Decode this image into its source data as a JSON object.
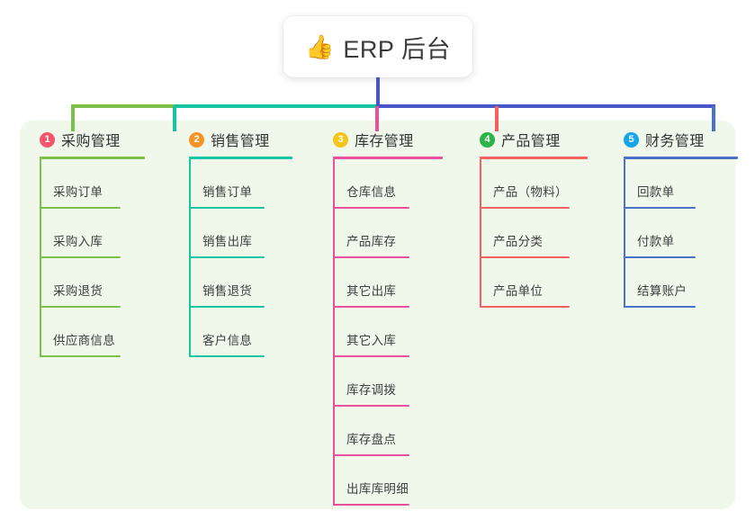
{
  "root": {
    "icon": "thumbs-up-icon",
    "icon_glyph": "👍",
    "title": "ERP 后台"
  },
  "palette": {
    "panel_background": "#eff8ea",
    "card_background": "#ffffff",
    "root_connector": "#4a55c8",
    "trunk_left_green": "#7cbf4a",
    "trunk_mid_teal": "#18c5a3",
    "trunk_right_blue": "#4a55c8"
  },
  "columns": [
    {
      "number": "1",
      "title": "采购管理",
      "badge_color": "#f4566b",
      "line_color": "#7cbf4a",
      "drop_color": "#7cbf4a",
      "items": [
        {
          "label": "采购订单"
        },
        {
          "label": "采购入库"
        },
        {
          "label": "采购退货"
        },
        {
          "label": "供应商信息"
        }
      ]
    },
    {
      "number": "2",
      "title": "销售管理",
      "badge_color": "#f59324",
      "line_color": "#18c5a3",
      "drop_color": "#18c5a3",
      "items": [
        {
          "label": "销售订单"
        },
        {
          "label": "销售出库"
        },
        {
          "label": "销售退货"
        },
        {
          "label": "客户信息"
        }
      ]
    },
    {
      "number": "3",
      "title": "库存管理",
      "badge_color": "#f5c518",
      "line_color": "#e8509b",
      "drop_color": "#e8509b",
      "items": [
        {
          "label": "仓库信息"
        },
        {
          "label": "产品库存"
        },
        {
          "label": "其它出库"
        },
        {
          "label": "其它入库"
        },
        {
          "label": "库存调拨"
        },
        {
          "label": "库存盘点"
        },
        {
          "label": "出库库明细"
        }
      ]
    },
    {
      "number": "4",
      "title": "产品管理",
      "badge_color": "#2cb34a",
      "line_color": "#f4615f",
      "drop_color": "#f4615f",
      "items": [
        {
          "label": "产品（物料）"
        },
        {
          "label": "产品分类"
        },
        {
          "label": "产品单位"
        }
      ]
    },
    {
      "number": "5",
      "title": "财务管理",
      "badge_color": "#16a6e8",
      "line_color": "#4a72c8",
      "drop_color": "#4a72c8",
      "items": [
        {
          "label": "回款单"
        },
        {
          "label": "付款单"
        },
        {
          "label": "结算账户"
        }
      ]
    }
  ]
}
